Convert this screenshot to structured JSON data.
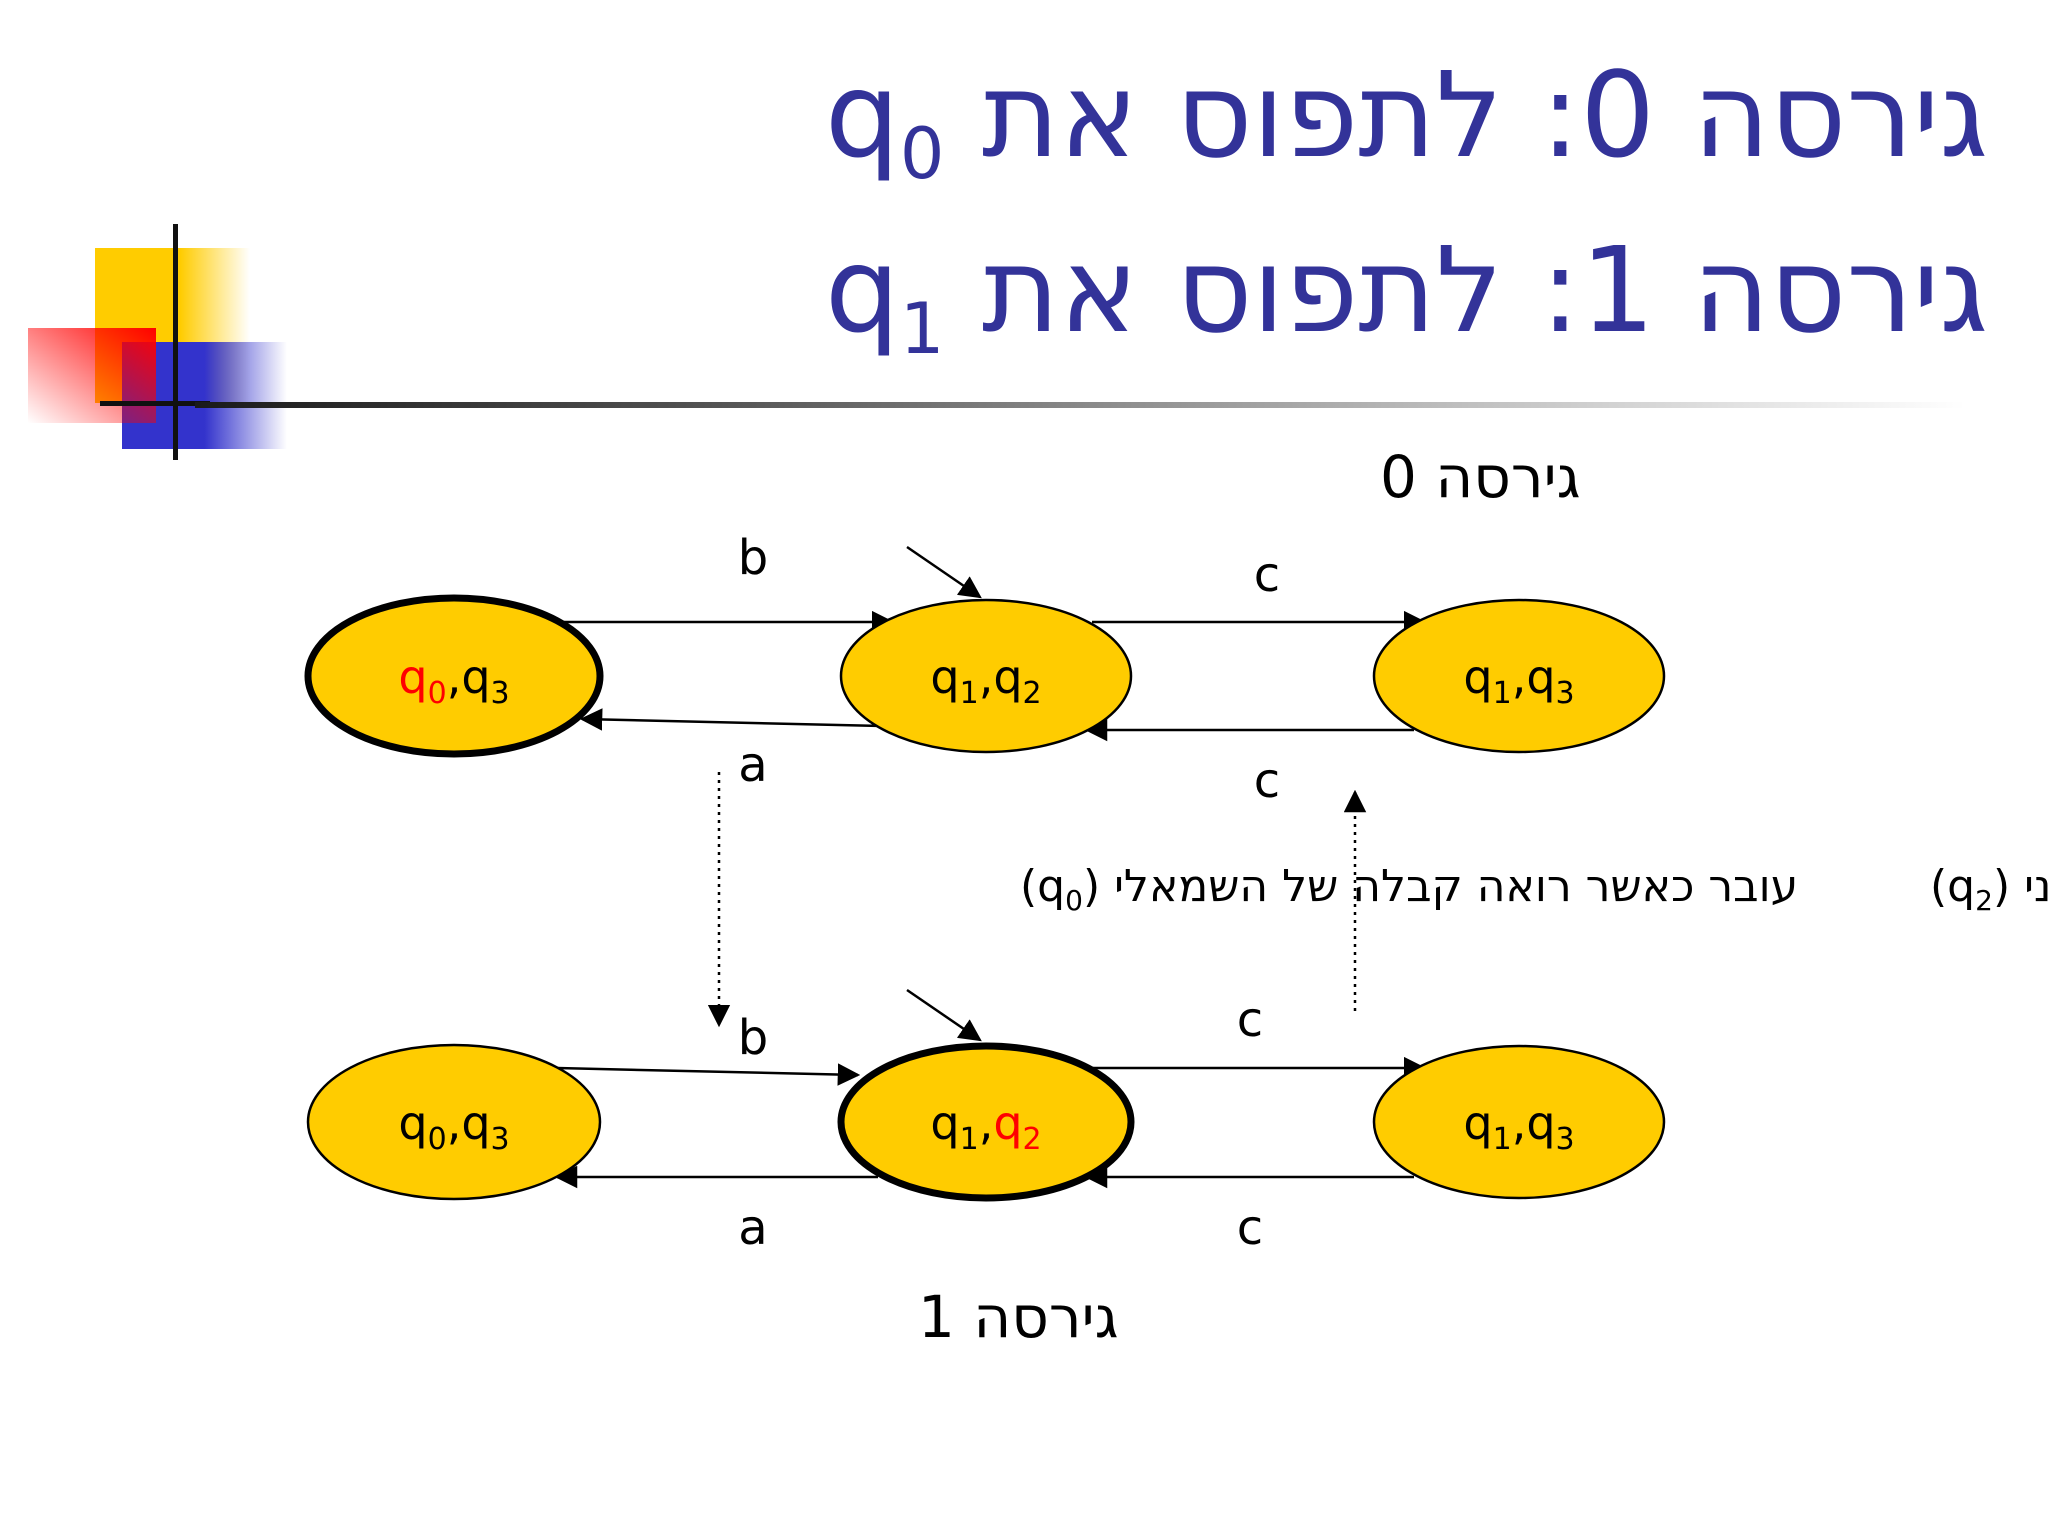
{
  "title": {
    "line1": {
      "text": "גירסה 0: לתפוס את ",
      "state": "q",
      "index": "0"
    },
    "line2": {
      "text": "גירסה 1: לתפוס את ",
      "state": "q",
      "index": "1"
    }
  },
  "diagram": {
    "version0_label": "גירסה 0",
    "version1_label": "גירסה 1",
    "note_left": {
      "text": "עובר כאשר רואה קבלה של השמאלי (",
      "state": "q",
      "index": "0",
      "close": ")"
    },
    "note_right": {
      "text": "עובר כאשר רואה קבלה של הימני (",
      "state": "q",
      "index": "2",
      "close": ")"
    },
    "rows": [
      {
        "version": "0",
        "states": [
          {
            "label": [
              [
                "q",
                "0"
              ],
              [
                "q",
                "3"
              ]
            ],
            "highlight": [
              true,
              false
            ],
            "accepting": true
          },
          {
            "label": [
              [
                "q",
                "1"
              ],
              [
                "q",
                "2"
              ]
            ],
            "highlight": [
              false,
              false
            ],
            "start": true
          },
          {
            "label": [
              [
                "q",
                "1"
              ],
              [
                "q",
                "3"
              ]
            ],
            "highlight": [
              false,
              false
            ]
          }
        ],
        "transitions": [
          "b",
          "a",
          "c",
          "c"
        ]
      },
      {
        "version": "1",
        "states": [
          {
            "label": [
              [
                "q",
                "0"
              ],
              [
                "q",
                "3"
              ]
            ],
            "highlight": [
              false,
              false
            ]
          },
          {
            "label": [
              [
                "q",
                "1"
              ],
              [
                "q",
                "2"
              ]
            ],
            "highlight": [
              false,
              true
            ],
            "accepting": true,
            "start": true
          },
          {
            "label": [
              [
                "q",
                "1"
              ],
              [
                "q",
                "3"
              ]
            ],
            "highlight": [
              false,
              false
            ]
          }
        ],
        "transitions": [
          "b",
          "a",
          "c",
          "c"
        ]
      }
    ]
  },
  "colors": {
    "title": "#333399",
    "state_fill": "#ffcc00",
    "highlight": "#ff0000",
    "text": "#000000",
    "deco_yellow": "#ffcc00",
    "deco_red": "#ff0000",
    "deco_blue": "#3333cc"
  }
}
